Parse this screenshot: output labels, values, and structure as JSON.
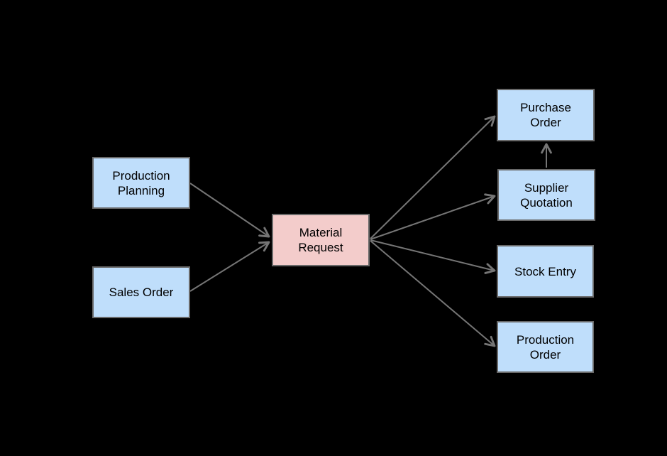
{
  "diagram": {
    "nodes": {
      "production_planning": {
        "label": "Production Planning"
      },
      "sales_order": {
        "label": "Sales Order"
      },
      "material_request": {
        "label": "Material Request"
      },
      "purchase_order": {
        "label": "Purchase Order"
      },
      "supplier_quotation": {
        "label": "Supplier Quotation"
      },
      "stock_entry": {
        "label": "Stock Entry"
      },
      "production_order": {
        "label": "Production Order"
      }
    },
    "edges": [
      {
        "from": "Production Planning",
        "to": "Material Request"
      },
      {
        "from": "Sales Order",
        "to": "Material Request"
      },
      {
        "from": "Material Request",
        "to": "Purchase Order"
      },
      {
        "from": "Material Request",
        "to": "Supplier Quotation"
      },
      {
        "from": "Material Request",
        "to": "Stock Entry"
      },
      {
        "from": "Material Request",
        "to": "Production Order"
      },
      {
        "from": "Supplier Quotation",
        "to": "Purchase Order"
      }
    ],
    "colors": {
      "node_fill": "#bfdefb",
      "node_border": "#696969",
      "highlight_fill": "#f3cccb",
      "arrow": "#757575",
      "background": "#000000",
      "text": "#000000"
    }
  }
}
